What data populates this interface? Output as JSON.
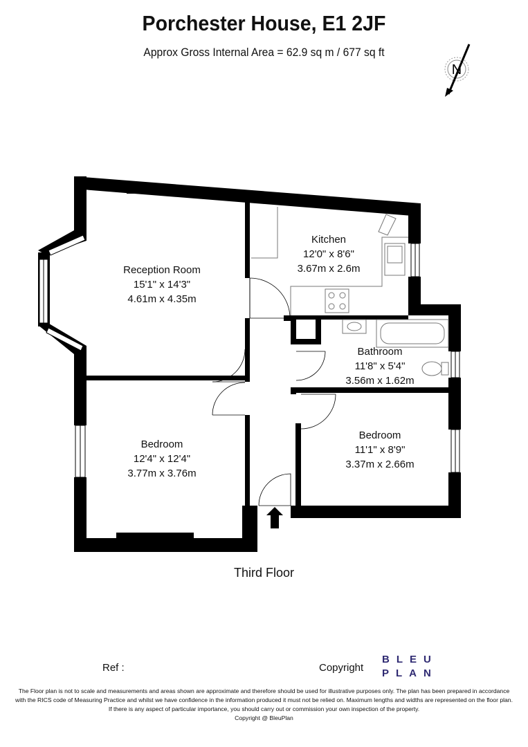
{
  "header": {
    "title": "Porchester House, E1 2JF",
    "subtitle": "Approx Gross Internal Area = 62.9 sq m / 677 sq ft"
  },
  "compass": {
    "label": "N"
  },
  "rooms": {
    "reception": {
      "name": "Reception Room",
      "imperial": "15'1\" x 14'3\"",
      "metric": "4.61m x 4.35m"
    },
    "kitchen": {
      "name": "Kitchen",
      "imperial": "12'0\" x 8'6\"",
      "metric": "3.67m x 2.6m"
    },
    "bathroom": {
      "name": "Bathroom",
      "imperial": "11'8\" x 5'4\"",
      "metric": "3.56m x 1.62m"
    },
    "bedroom1": {
      "name": "Bedroom",
      "imperial": "12'4\" x 12'4\"",
      "metric": "3.77m x 3.76m"
    },
    "bedroom2": {
      "name": "Bedroom",
      "imperial": "11'1\" x 8'9\"",
      "metric": "3.37m x 2.66m"
    }
  },
  "floor_label": "Third Floor",
  "footer": {
    "ref_label": "Ref :",
    "copyright_label": "Copyright",
    "logo_line1": "BLEU",
    "logo_line2": "PLAN",
    "disclaimer_line1": "The Floor plan is not to scale and measurements and areas shown are approximate and therefore should be used for illustrative purposes only. The plan has been prepared in accordance",
    "disclaimer_line2": "with the RICS code of Measuring Practice and whilst we have confidence in the information produced it must not be relied on. Maximum lengths and widths are represented on the floor plan.",
    "disclaimer_line3": "If there is any aspect of particular importance, you should carry out or commission your own inspection of the property.",
    "disclaimer_line4": "Copyright @ BleuPlan"
  },
  "colors": {
    "wall": "#000000",
    "logo": "#2f2a72"
  }
}
